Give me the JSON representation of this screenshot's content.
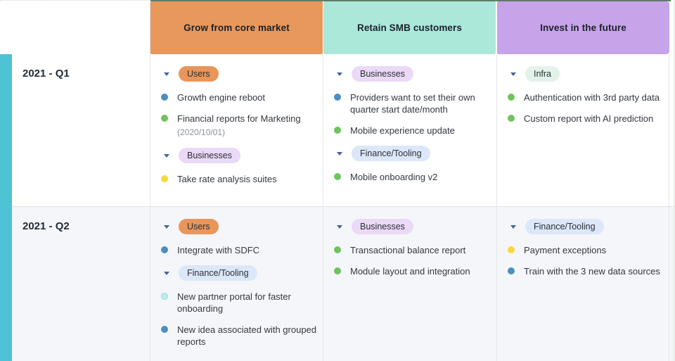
{
  "board": {
    "accents": {
      "top_line": "#5E7D67",
      "left_bar": "#4EC3D6",
      "grid_line": "#E3E5E9",
      "row_alt_bg": "#F5F6F9"
    },
    "columns": [
      {
        "label": "Grow from core market",
        "color": "#E8985C"
      },
      {
        "label": "Retain SMB customers",
        "color": "#ABE8DA"
      },
      {
        "label": "Invest in the future",
        "color": "#C7A3E9"
      }
    ],
    "tag_styles": {
      "Users": {
        "bg": "#E8965B"
      },
      "Businesses": {
        "bg": "#EBD9F8"
      },
      "Finance/Tooling": {
        "bg": "#DCE7FA"
      },
      "Infra": {
        "bg": "#E3F3E9"
      }
    },
    "dot_colors": {
      "blue": "#4A8FC0",
      "green": "#6FC45D",
      "yellow": "#F7D83F",
      "teal": "#BDEEEF"
    },
    "rows": [
      {
        "label": "2021 - Q1",
        "cells": [
          {
            "groups": [
              {
                "tag": "Users",
                "items": [
                  {
                    "dot": "blue",
                    "text": "Growth engine reboot"
                  },
                  {
                    "dot": "green",
                    "text": "Financial reports for Marketing",
                    "subtext": "(2020/10/01)"
                  }
                ]
              },
              {
                "tag": "Businesses",
                "items": [
                  {
                    "dot": "yellow",
                    "text": "Take rate analysis suites"
                  }
                ]
              }
            ]
          },
          {
            "groups": [
              {
                "tag": "Businesses",
                "items": [
                  {
                    "dot": "blue",
                    "text": "Providers want to set their own quarter start date/month"
                  },
                  {
                    "dot": "green",
                    "text": "Mobile experience update"
                  }
                ]
              },
              {
                "tag": "Finance/Tooling",
                "items": [
                  {
                    "dot": "green",
                    "text": "Mobile onboarding v2"
                  }
                ]
              }
            ]
          },
          {
            "groups": [
              {
                "tag": "Infra",
                "items": [
                  {
                    "dot": "green",
                    "text": "Authentication with 3rd party data"
                  },
                  {
                    "dot": "green",
                    "text": "Custom report with AI prediction"
                  }
                ]
              }
            ]
          }
        ]
      },
      {
        "label": "2021 - Q2",
        "cells": [
          {
            "groups": [
              {
                "tag": "Users",
                "items": [
                  {
                    "dot": "blue",
                    "text": "Integrate with SDFC"
                  }
                ]
              },
              {
                "tag": "Finance/Tooling",
                "items": [
                  {
                    "dot": "teal",
                    "text": "New partner portal for faster onboarding"
                  },
                  {
                    "dot": "blue",
                    "text": "New idea associated with grouped reports"
                  }
                ]
              }
            ]
          },
          {
            "groups": [
              {
                "tag": "Businesses",
                "items": [
                  {
                    "dot": "green",
                    "text": "Transactional balance report"
                  },
                  {
                    "dot": "green",
                    "text": "Module layout and integration"
                  }
                ]
              }
            ]
          },
          {
            "groups": [
              {
                "tag": "Finance/Tooling",
                "items": [
                  {
                    "dot": "yellow",
                    "text": "Payment exceptions"
                  },
                  {
                    "dot": "blue",
                    "text": "Train with the 3 new data sources"
                  }
                ]
              }
            ]
          }
        ]
      }
    ]
  }
}
